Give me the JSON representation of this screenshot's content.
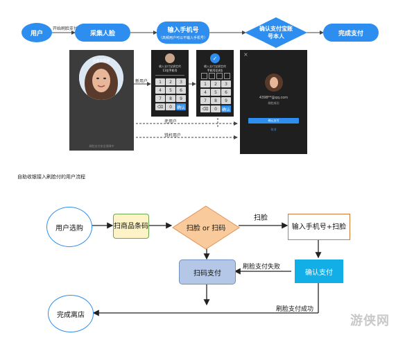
{
  "top_flow": {
    "user": "用户",
    "edge_start": "开始刷脸支付",
    "collect_face": "采集人脸",
    "input_phone": "输入手机号",
    "input_phone_note": "（高频用户可以不输入手机号）",
    "confirm_account": "确认支付宝账号本人",
    "complete_payment": "完成支付",
    "new_user": "新用户",
    "old_user": "老用户",
    "regular_user": "铁杆用户"
  },
  "phones": {
    "scan_title": "请面向屏幕",
    "scan_footer": "刷脸支付安全保障中",
    "phone_prompt_1": "输入支付宝绑定的",
    "phone_prompt_1b": "11位手机号",
    "phone_prompt_2": "输入支付宝绑定的",
    "phone_prompt_2b": "手机号后4位",
    "keys": [
      "1",
      "2",
      "3",
      "4",
      "5",
      "6",
      "7",
      "8",
      "9",
      "⌫",
      "0",
      "确认"
    ],
    "account": "4398**@qq.com",
    "face_success": "刷脸成功",
    "confirm_btn": "确认支付",
    "back_link": "取消"
  },
  "caption": "自助收银接入刷脸付的用户流程",
  "bottom_flow": {
    "user_shopping": "用户选购",
    "scan_barcode": "扫商品条码",
    "decision": "扫脸 or 扫码",
    "scan_face": "扫脸",
    "input_phone_scan": "输入手机号+扫脸",
    "qr_pay": "扫码支付",
    "face_fail": "刷脸支付失败",
    "confirm_pay": "确认支付",
    "face_success": "刷脸支付成功",
    "finish_store": "完成离店"
  },
  "watermark": "游侠网",
  "colors": {
    "blue": "#2d8ef0",
    "yellow": "#fdf3c7",
    "green_border": "#6aa84f",
    "orange": "#f9cb9c",
    "grey_blue": "#b4c7e7",
    "cyan": "#12aee8"
  }
}
